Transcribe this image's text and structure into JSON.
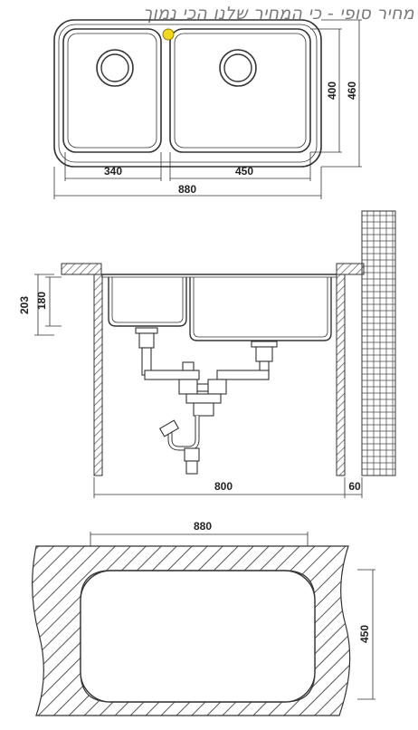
{
  "watermark": "מחיר סופי - כי המחיר שלנו הכי נמוך",
  "top_view": {
    "dims": {
      "small_bowl": "340",
      "large_bowl": "450",
      "overall_width": "880",
      "inner_depth": "400",
      "overall_depth": "460"
    }
  },
  "side_view": {
    "dims": {
      "total_height": "203",
      "bowl_depth": "180",
      "cabinet_width": "800",
      "wall_gap": "60"
    }
  },
  "cutout": {
    "dims": {
      "width": "880",
      "depth": "450"
    }
  },
  "colors": {
    "line": "#333333",
    "marker": "#f4d81e",
    "hatch": "#555555",
    "watermark": "#7a7a7a"
  }
}
